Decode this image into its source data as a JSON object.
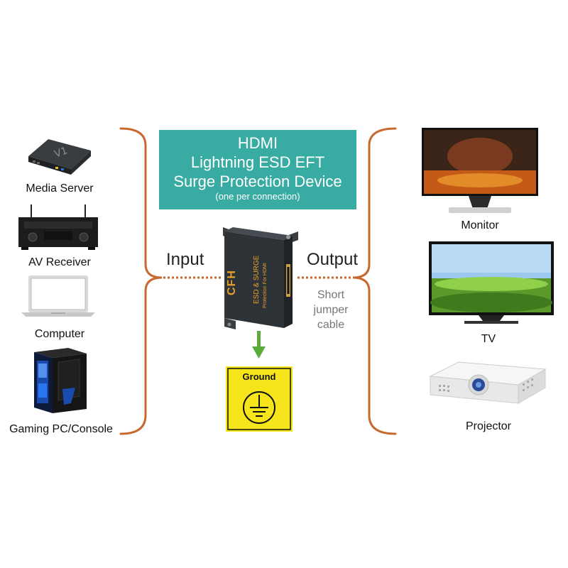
{
  "title_box": {
    "line1": "HDMI",
    "line2": "Lightning ESD EFT",
    "line3": "Surge Protection Device",
    "line4": "(one per connection)"
  },
  "device": {
    "logo": "CFH",
    "label_line1": "ESD & SURGE",
    "label_line2": "Protection For HDMI"
  },
  "io": {
    "input_label": "Input",
    "output_label": "Output",
    "jumper_label": "Short jumper cable"
  },
  "ground": {
    "label": "Ground"
  },
  "sources": [
    {
      "label": "Media Server",
      "icon": "media-server-icon"
    },
    {
      "label": "AV Receiver",
      "icon": "av-receiver-icon"
    },
    {
      "label": "Computer",
      "icon": "laptop-icon"
    },
    {
      "label": "Gaming PC/Console",
      "icon": "gaming-pc-icon"
    }
  ],
  "displays": [
    {
      "label": "Monitor",
      "icon": "monitor-icon"
    },
    {
      "label": "TV",
      "icon": "tv-icon"
    },
    {
      "label": "Projector",
      "icon": "projector-icon"
    }
  ],
  "colors": {
    "bracket": "#c8692f",
    "title_box": "#38aba3",
    "arrow": "#5aad3a",
    "ground_yellow": "#f5e51a",
    "device_body": "#2e3338"
  }
}
